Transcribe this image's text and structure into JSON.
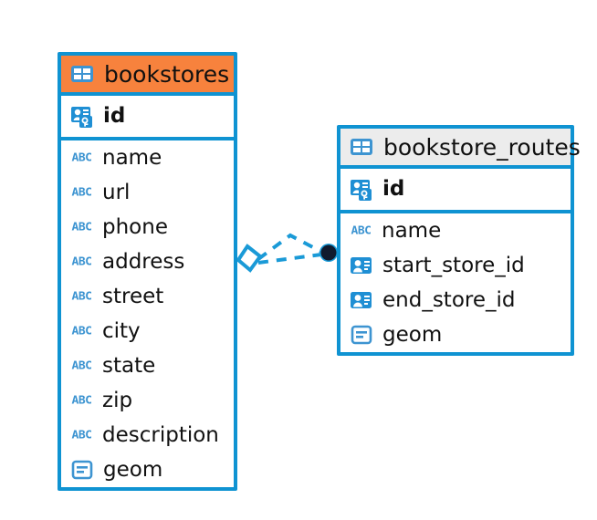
{
  "diagram": {
    "type": "entity-relationship-diagram",
    "background_color": "#ffffff",
    "accent_blue": "#0f93d2",
    "accent_orange": "#f7823d",
    "header_gray": "#ececec"
  },
  "tables": [
    {
      "name": "bookstores",
      "header_style": "accent-orange",
      "table_icon": "table-icon",
      "primary_key": {
        "label": "id",
        "icon": "primary-key-icon"
      },
      "fields": [
        {
          "label": "name",
          "icon": "text-type-icon",
          "icon_text": "ABC"
        },
        {
          "label": "url",
          "icon": "text-type-icon",
          "icon_text": "ABC"
        },
        {
          "label": "phone",
          "icon": "text-type-icon",
          "icon_text": "ABC"
        },
        {
          "label": "address",
          "icon": "text-type-icon",
          "icon_text": "ABC"
        },
        {
          "label": "street",
          "icon": "text-type-icon",
          "icon_text": "ABC"
        },
        {
          "label": "city",
          "icon": "text-type-icon",
          "icon_text": "ABC"
        },
        {
          "label": "state",
          "icon": "text-type-icon",
          "icon_text": "ABC"
        },
        {
          "label": "zip",
          "icon": "text-type-icon",
          "icon_text": "ABC"
        },
        {
          "label": "description",
          "icon": "text-type-icon",
          "icon_text": "ABC"
        },
        {
          "label": "geom",
          "icon": "geometry-type-icon",
          "icon_text": ""
        }
      ]
    },
    {
      "name": "bookstore_routes",
      "header_style": "accent-gray",
      "table_icon": "table-icon",
      "primary_key": {
        "label": "id",
        "icon": "primary-key-icon"
      },
      "fields": [
        {
          "label": "name",
          "icon": "text-type-icon",
          "icon_text": "ABC"
        },
        {
          "label": "start_store_id",
          "icon": "foreign-key-icon",
          "icon_text": ""
        },
        {
          "label": "end_store_id",
          "icon": "foreign-key-icon",
          "icon_text": ""
        },
        {
          "label": "geom",
          "icon": "geometry-type-icon",
          "icon_text": ""
        }
      ]
    }
  ],
  "relationship": {
    "style": "dashed",
    "color": "#1a9ad7",
    "source_marker": "diamond-outline",
    "target_marker": "filled-circle",
    "target_marker_color": "#101a2e"
  }
}
